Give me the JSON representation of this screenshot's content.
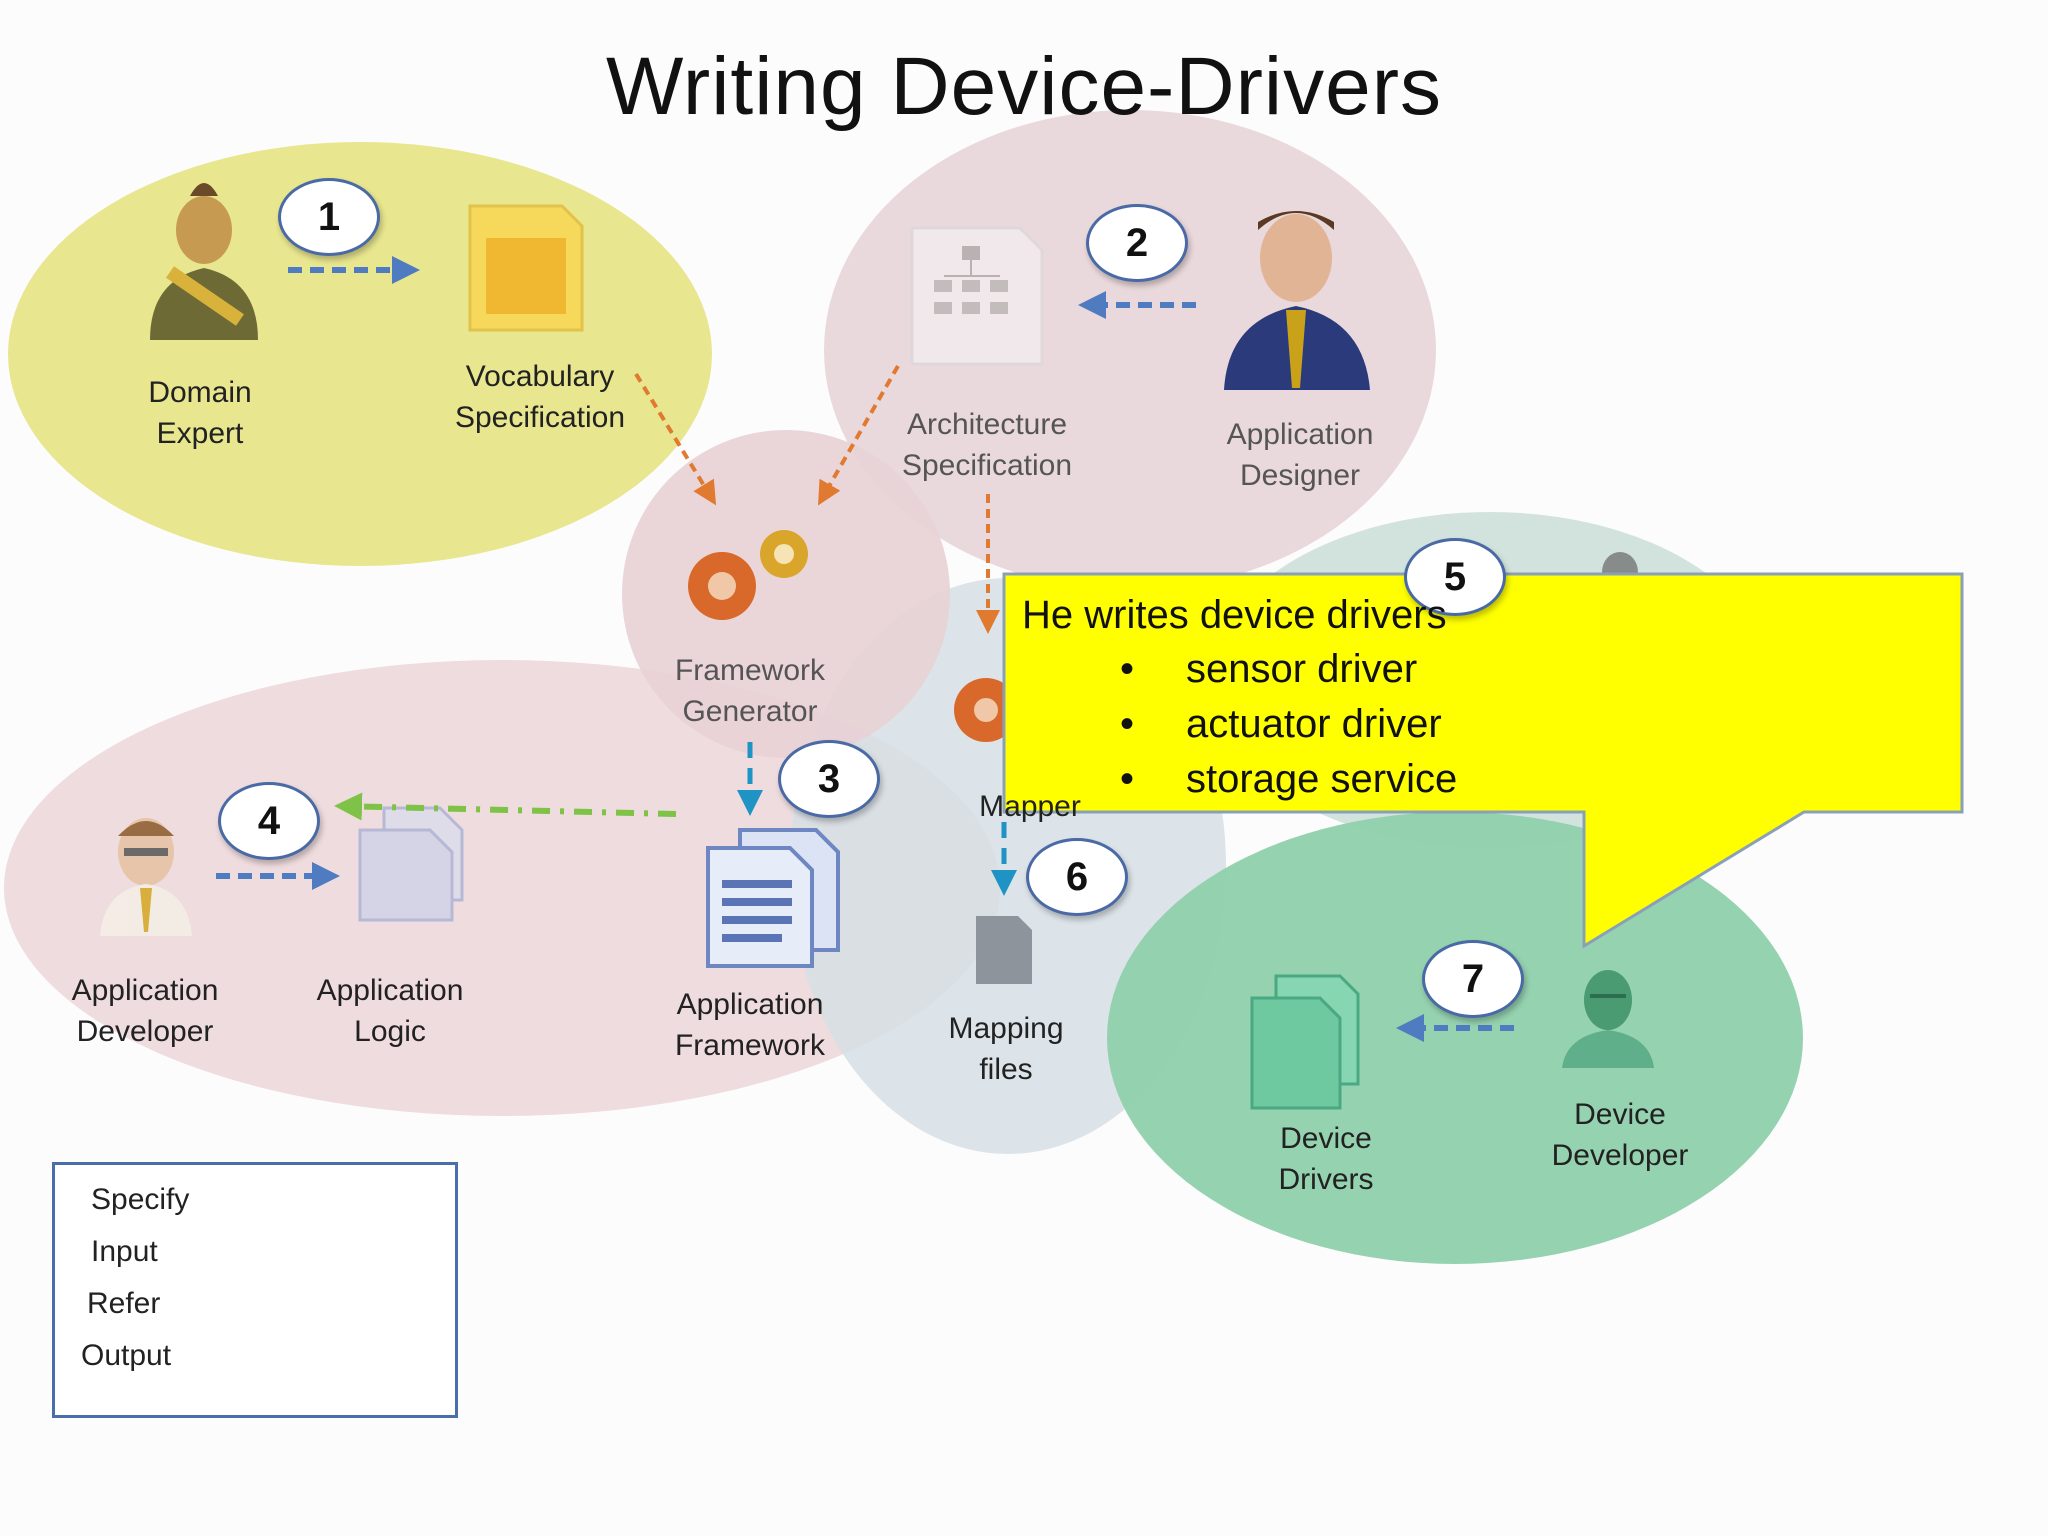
{
  "title": "Writing  Device-Drivers",
  "steps": [
    "1",
    "2",
    "3",
    "4",
    "5",
    "6",
    "7"
  ],
  "nodes": {
    "domain_expert": "Domain\nExpert",
    "vocabulary_spec": "Vocabulary\nSpecification",
    "architecture_spec": "Architecture\nSpecification",
    "application_designer": "Application\nDesigner",
    "framework_generator": "Framework\nGenerator",
    "mapper": "Mapper",
    "application_developer": "Application\nDeveloper",
    "application_logic": "Application\nLogic",
    "application_framework": "Application\nFramework",
    "mapping_files": "Mapping\nfiles",
    "device_drivers": "Device\nDrivers",
    "device_developer": "Device\nDeveloper"
  },
  "legend": [
    {
      "label": "Specify",
      "color": "#4f7cc0",
      "style": "dash"
    },
    {
      "label": "Input",
      "color": "#e07a30",
      "style": "dash"
    },
    {
      "label": "Refer",
      "color": "#7ec247",
      "style": "dash-dot"
    },
    {
      "label": "Output",
      "color": "#1f93c4",
      "style": "long-dash"
    }
  ],
  "callout": {
    "heading": "He writes device drivers",
    "items": [
      "sensor driver",
      "actuator driver",
      "storage  service"
    ],
    "fill": "#ffff00"
  },
  "colors": {
    "domain_group": "#e8e68e",
    "architecture_group": "#e8d5d8",
    "application_group": "#ecd6d8",
    "mapping_group": "#d6dfe5",
    "device_group": "#8fd0ac",
    "specify": "#4f7cc0",
    "input": "#e07a30",
    "refer": "#7ec247",
    "output": "#1f93c4"
  }
}
